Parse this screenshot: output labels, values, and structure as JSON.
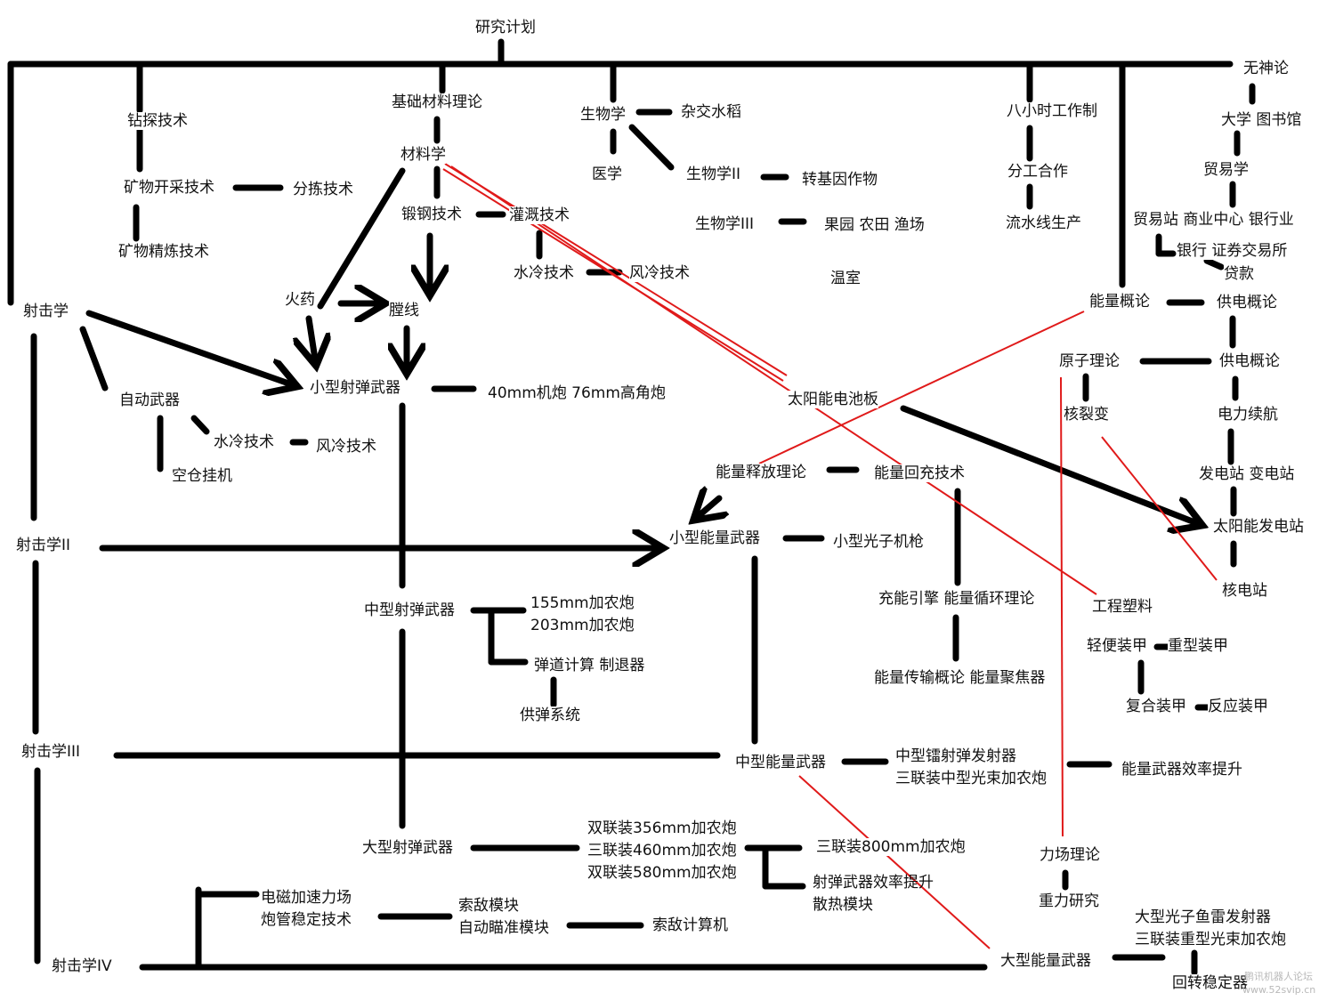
{
  "colors": {
    "line": "#000000",
    "red_line": "#e01a1a",
    "text": "#111111",
    "watermark": "#b9b9b9"
  },
  "nodes": {
    "research_plan": "研究计划",
    "atheism": "无神论",
    "drilling": "钻探技术",
    "mining": "矿物开采技术",
    "sorting": "分拣技术",
    "refining": "矿物精炼技术",
    "basic_materials": "基础材料理论",
    "materials": "材料学",
    "forging": "锻钢技术",
    "irrigation": "灌溉技术",
    "water_cooling_1": "水冷技术",
    "air_cooling_1": "风冷技术",
    "gunpowder": "火药",
    "rifling": "膛线",
    "biology": "生物学",
    "hybrid_rice": "杂交水稻",
    "medicine": "医学",
    "biology_2": "生物学II",
    "gm_crops": "转基因作物",
    "biology_3": "生物学III",
    "farms": "果园  农田  渔场",
    "greenhouse": "温室",
    "eight_hour": "八小时工作制",
    "division": "分工合作",
    "assembly": "流水线生产",
    "university": "大学  图书馆",
    "trade": "贸易学",
    "trade_station": "贸易站  商业中心  银行业",
    "bank": "银行  证券交易所",
    "loan": "贷款",
    "energy_intro": "能量概论",
    "power_intro_1": "供电概论",
    "atomic_theory": "原子理论",
    "power_intro_2": "供电概论",
    "fission": "核裂变",
    "power_endurance": "电力续航",
    "power_station": "发电站  变电站",
    "solar_station": "太阳能发电站",
    "nuclear_station": "核电站",
    "shooting": "射击学",
    "small_ballistic": "小型射弹武器",
    "guns_small": "40mm机炮  76mm高角炮",
    "auto_weapons": "自动武器",
    "water_cooling_2": "水冷技术",
    "air_cooling_2": "风冷技术",
    "hangar": "空仓挂机",
    "solar_panel": "太阳能电池板",
    "energy_release": "能量释放理论",
    "energy_recharge": "能量回充技术",
    "shooting_2": "射击学II",
    "small_energy": "小型能量武器",
    "photon_mg": "小型光子机枪",
    "medium_ballistic": "中型射弹武器",
    "guns_medium": "155mm加农炮\n203mm加农炮",
    "ballistic_calc": "弹道计算  制退器",
    "ammo_feed": "供弹系统",
    "charge_engine": "充能引擎  能量循环理论",
    "engineering_plastic": "工程塑料",
    "light_armor": "轻便装甲",
    "heavy_armor": "重型装甲",
    "energy_transfer": "能量传输概论  能量聚焦器",
    "composite_armor": "复合装甲",
    "reactive_armor": "反应装甲",
    "shooting_3": "射击学III",
    "medium_energy": "中型能量武器",
    "radium_launcher": "中型镭射弹发射器\n三联装中型光束加农炮",
    "energy_efficiency": "能量武器效率提升",
    "large_ballistic": "大型射弹武器",
    "turrets": "双联装356mm加农炮\n三联装460mm加农炮\n双联装580mm加农炮",
    "triple_800": "三联装800mm加农炮",
    "ballistic_efficiency": "射弹武器效率提升\n散热模块",
    "force_field": "力场理论",
    "gravity": "重力研究",
    "emag": "电磁加速力场\n炮管稳定技术",
    "target_module": "索敌模块\n自动瞄准模块",
    "target_computer": "索敌计算机",
    "shooting_4": "射击学IV",
    "large_energy": "大型能量武器",
    "photon_torpedo": "大型光子鱼雷发射器\n三联装重型光束加农炮",
    "rotation": "回转稳定器"
  },
  "watermark_lines": [
    "鹏讯机器人论坛",
    "www.52svip.cn"
  ]
}
